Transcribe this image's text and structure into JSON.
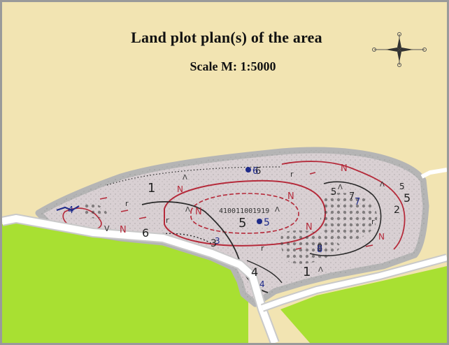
{
  "title": "Land plot plan(s) of the area",
  "scale": "Scale M: 1:5000",
  "plot_id": "410011001919",
  "colors": {
    "background": "#f2e4b2",
    "field": "#a8e032",
    "road": "#ffffff",
    "road_edge": "#c9c9c9",
    "plot_fill": "#d9d0d3",
    "plot_border": "#b5b5b5",
    "contour_red": "#b52a3a",
    "boundary_dark": "#2a2a2a",
    "ink_blue": "#1e2a8a"
  },
  "map_marks": {
    "plot_numbers": [
      "1",
      "1",
      "2",
      "3",
      "4",
      "5",
      "5",
      "5",
      "5",
      "6",
      "6",
      "7",
      "8"
    ],
    "blue_marks": [
      "6",
      "5",
      "3",
      "4",
      "7",
      "8",
      "4"
    ],
    "red_marks": [
      "N",
      "N",
      "N",
      "N",
      "N",
      "N",
      "N"
    ],
    "symbols": [
      "Λ",
      "Λ",
      "Λ",
      "Λ",
      "Λ",
      "Λ",
      "r",
      "r",
      "r",
      "r",
      "r",
      "V"
    ]
  },
  "icons": {
    "compass": "compass-rose-icon"
  }
}
